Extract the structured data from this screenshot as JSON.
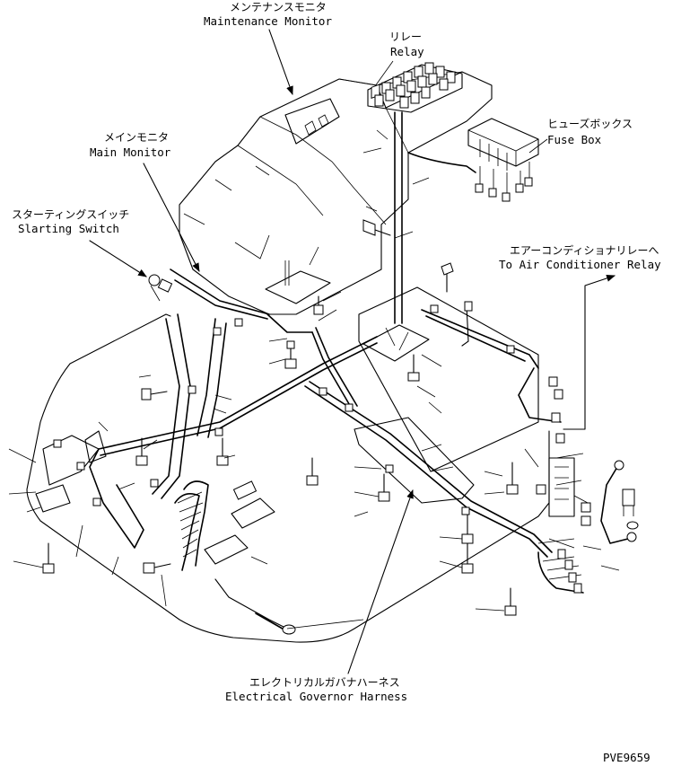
{
  "labels": {
    "maintenance_monitor": {
      "jp": "メンテナンスモニタ",
      "en": "Maintenance Monitor"
    },
    "relay": {
      "jp": "リレー",
      "en": "Relay"
    },
    "fuse_box": {
      "jp": "ヒューズボックス",
      "en": "Fuse Box"
    },
    "main_monitor": {
      "jp": "メインモニタ",
      "en": "Main Monitor"
    },
    "starting_switch": {
      "jp": "スターティングスイッチ",
      "en": "Slarting Switch"
    },
    "air_conditioner_relay": {
      "jp": "エアーコンディショナリレーへ",
      "en": "To Air Conditioner Relay"
    },
    "electrical_governor_harness": {
      "jp": "エレクトリカルガバナハーネス",
      "en": "Electrical Governor Harness"
    }
  },
  "drawing_code": "PVE9659"
}
